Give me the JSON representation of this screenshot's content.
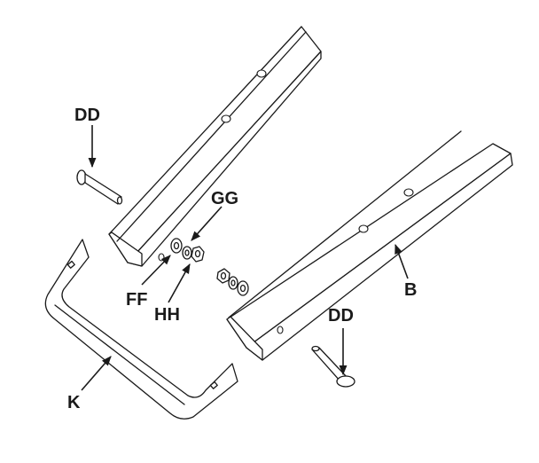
{
  "labels": {
    "dd_top": "DD",
    "gg": "GG",
    "ff": "FF",
    "hh": "HH",
    "b": "B",
    "dd_bottom": "DD",
    "k": "K"
  },
  "colors": {
    "line": "#1a1a1a",
    "background": "#ffffff"
  }
}
